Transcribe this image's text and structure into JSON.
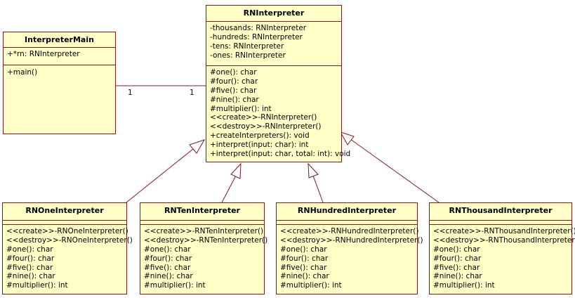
{
  "classes": {
    "main": {
      "name": "InterpreterMain",
      "attributes": [
        "+*rn: RNInterpreter"
      ],
      "operations": [
        "+main()"
      ]
    },
    "rn": {
      "name": "RNInterpreter",
      "attributes": [
        "-thousands: RNInterpreter",
        "-hundreds: RNInterpreter",
        "-tens: RNInterpreter",
        "-ones: RNInterpreter"
      ],
      "operations": [
        "#one(): char",
        "#four(): char",
        "#five(): char",
        "#nine(): char",
        "#multiplier(): int",
        "<<create>>-RNInterpreter()",
        "<<destroy>>-RNInterpreter()",
        "+createInterpreters(): void",
        "+interpret(input: char): int",
        "+interpret(input: char, total: int): void"
      ]
    },
    "one": {
      "name": "RNOneInterpreter",
      "operations": [
        "<<create>>-RNOneInterpreter()",
        "<<destroy>>-RNOneInterpreter()",
        "#one(): char",
        "#four(): char",
        "#five(): char",
        "#nine(): char",
        "#multiplier(): int"
      ]
    },
    "ten": {
      "name": "RNTenInterpreter",
      "operations": [
        "<<create>>-RNTenInterpreter()",
        "<<destroy>>-RNTenInterpreter()",
        "#one(): char",
        "#four(): char",
        "#five(): char",
        "#nine(): char",
        "#multiplier(): int"
      ]
    },
    "hundred": {
      "name": "RNHundredInterpreter",
      "operations": [
        "<<create>>-RNHundredInterpreter()",
        "<<destroy>>-RNHundredInterpreter()",
        "#one(): char",
        "#four(): char",
        "#five(): char",
        "#nine(): char",
        "#multiplier(): int"
      ]
    },
    "thousand": {
      "name": "RNThousandInterpreter",
      "operations": [
        "<<create>>-RNThousandInterpreter()",
        "<<destroy>>-RNThousandInterpreter()",
        "#one(): char",
        "#four(): char",
        "#five(): char",
        "#nine(): char",
        "#multiplier(): int"
      ]
    }
  },
  "association": {
    "multiplicity_left": "1",
    "multiplicity_right": "1"
  },
  "colors": {
    "fill": "#ffffc8",
    "border": "#7a1c1c"
  }
}
